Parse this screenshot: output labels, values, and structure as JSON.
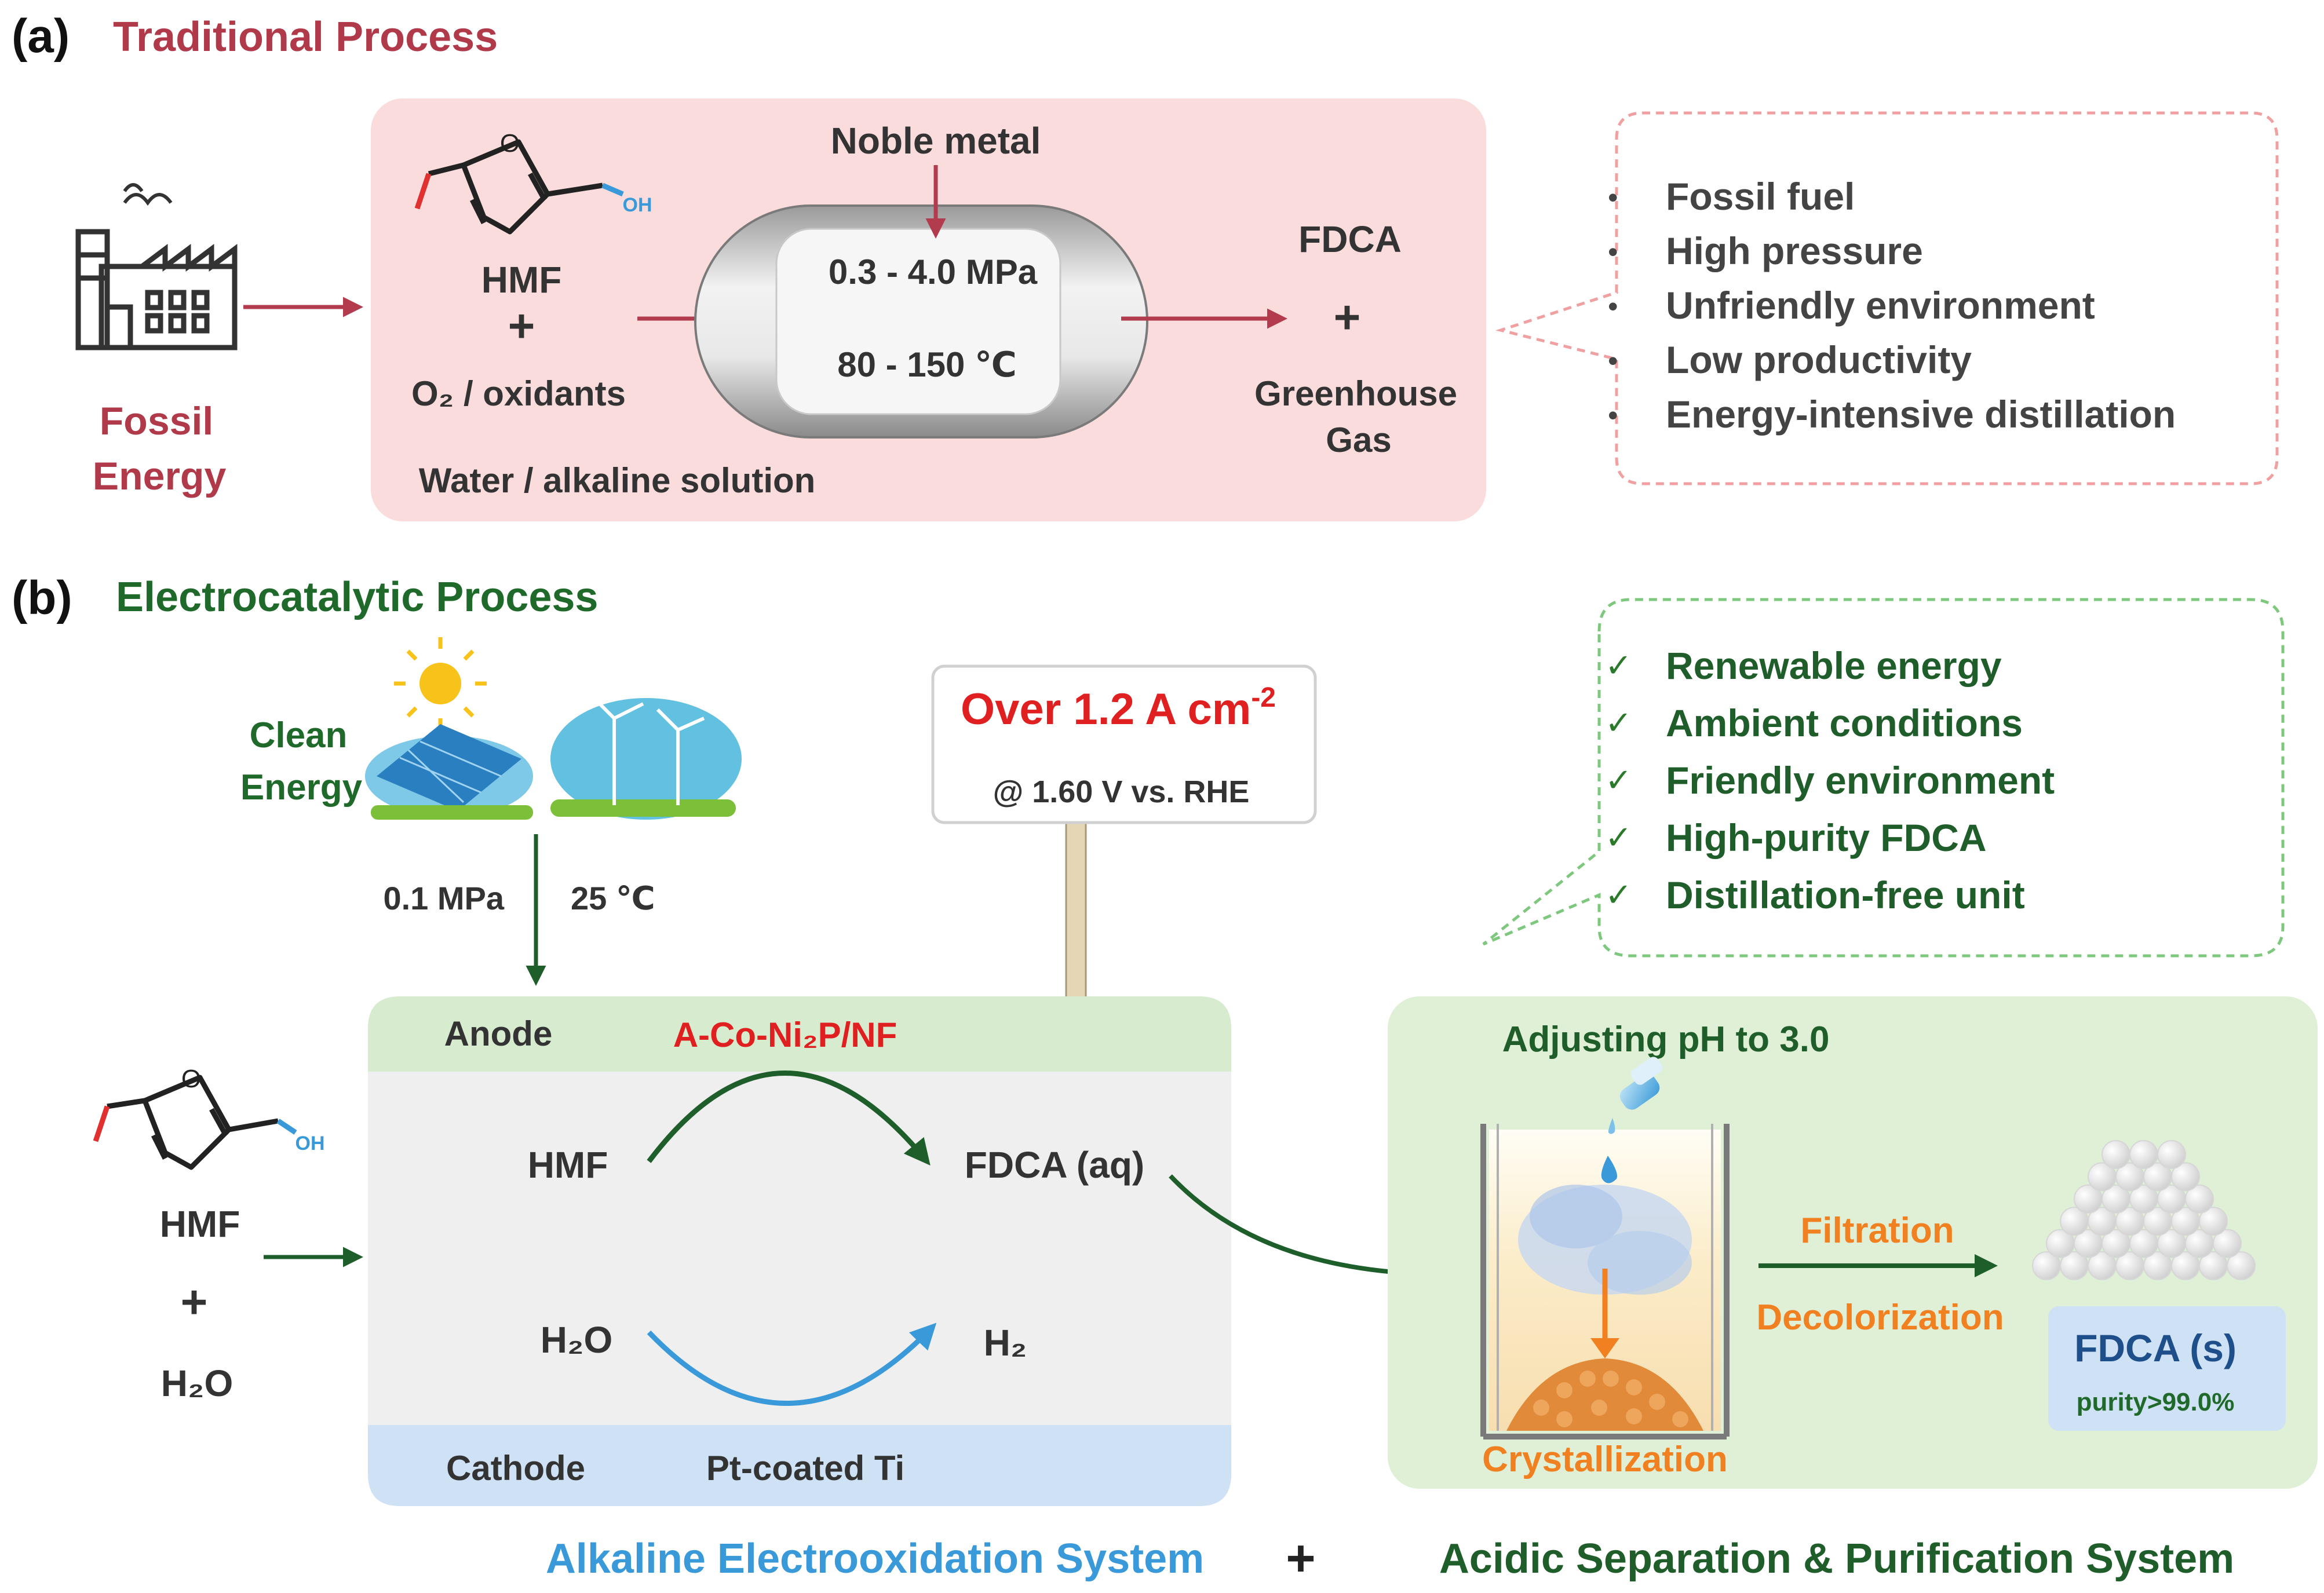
{
  "panel_a": {
    "label": "(a)",
    "title": "Traditional Process",
    "source_label_line1": "Fossil",
    "source_label_line2": "Energy",
    "hmf_label": "HMF",
    "plus": "+",
    "oxidant_label": "O₂ / oxidants",
    "solution_label": "Water / alkaline solution",
    "catalyst_label": "Noble metal",
    "pressure": "0.3 - 4.0 MPa",
    "temperature": "80 - 150 ℃",
    "product_label": "FDCA",
    "byproduct_line1": "Greenhouse",
    "byproduct_line2": "Gas",
    "hmf_o_atom": "O",
    "hmf_oh_group": "OH",
    "drawbacks": [
      "Fossil fuel",
      "High pressure",
      "Unfriendly environment",
      "Low productivity",
      "Energy-intensive distillation"
    ],
    "bullet": "•"
  },
  "panel_b": {
    "label": "(b)",
    "title": "Electrocatalytic Process",
    "clean_energy_line1": "Clean",
    "clean_energy_line2": "Energy",
    "pressure": "0.1 MPa",
    "temperature": "25 ℃",
    "sign_main": "Over 1.2 A cm",
    "sign_sup": "-2",
    "sign_sub": "@ 1.60 V vs. RHE",
    "advantages": [
      "Renewable energy",
      "Ambient conditions",
      "Friendly environment",
      "High-purity FDCA",
      "Distillation-free unit"
    ],
    "check": "✓",
    "feed_hmf": "HMF",
    "feed_plus": "+",
    "feed_h2o": "H₂O",
    "hmf_o_atom": "O",
    "hmf_oh_group": "OH",
    "anode_label": "Anode",
    "anode_catalyst": "A-Co-Ni₂P/NF",
    "reactant_anode": "HMF",
    "product_anode": "FDCA (aq)",
    "reactant_cathode": "H₂O",
    "product_cathode": "H₂",
    "cathode_label": "Cathode",
    "cathode_catalyst": "Pt-coated Ti",
    "ph_label": "Adjusting pH to 3.0",
    "step_filtration": "Filtration",
    "step_decolorization": "Decolorization",
    "step_crystallization": "Crystallization",
    "final_product": "FDCA (s)",
    "purity": "purity>99.0%",
    "system_left": "Alkaline Electrooxidation System",
    "system_plus": "+",
    "system_right": "Acidic Separation & Purification System"
  },
  "colors": {
    "panel_a_title": "#b03a4a",
    "panel_a_bg": "#fadcdc",
    "panel_a_arrow": "#b23b4e",
    "panel_b_title": "#1f6a2a",
    "panel_b_green_bg": "#dff0d6",
    "panel_b_anode_strip": "#d7ebcf",
    "panel_b_cathode_strip": "#cfe2f5",
    "panel_b_cell_bg": "#efefef",
    "red_text": "#e02020",
    "blue_text": "#3a9ad9",
    "orange_text": "#f08020",
    "dark_text": "#333333"
  }
}
